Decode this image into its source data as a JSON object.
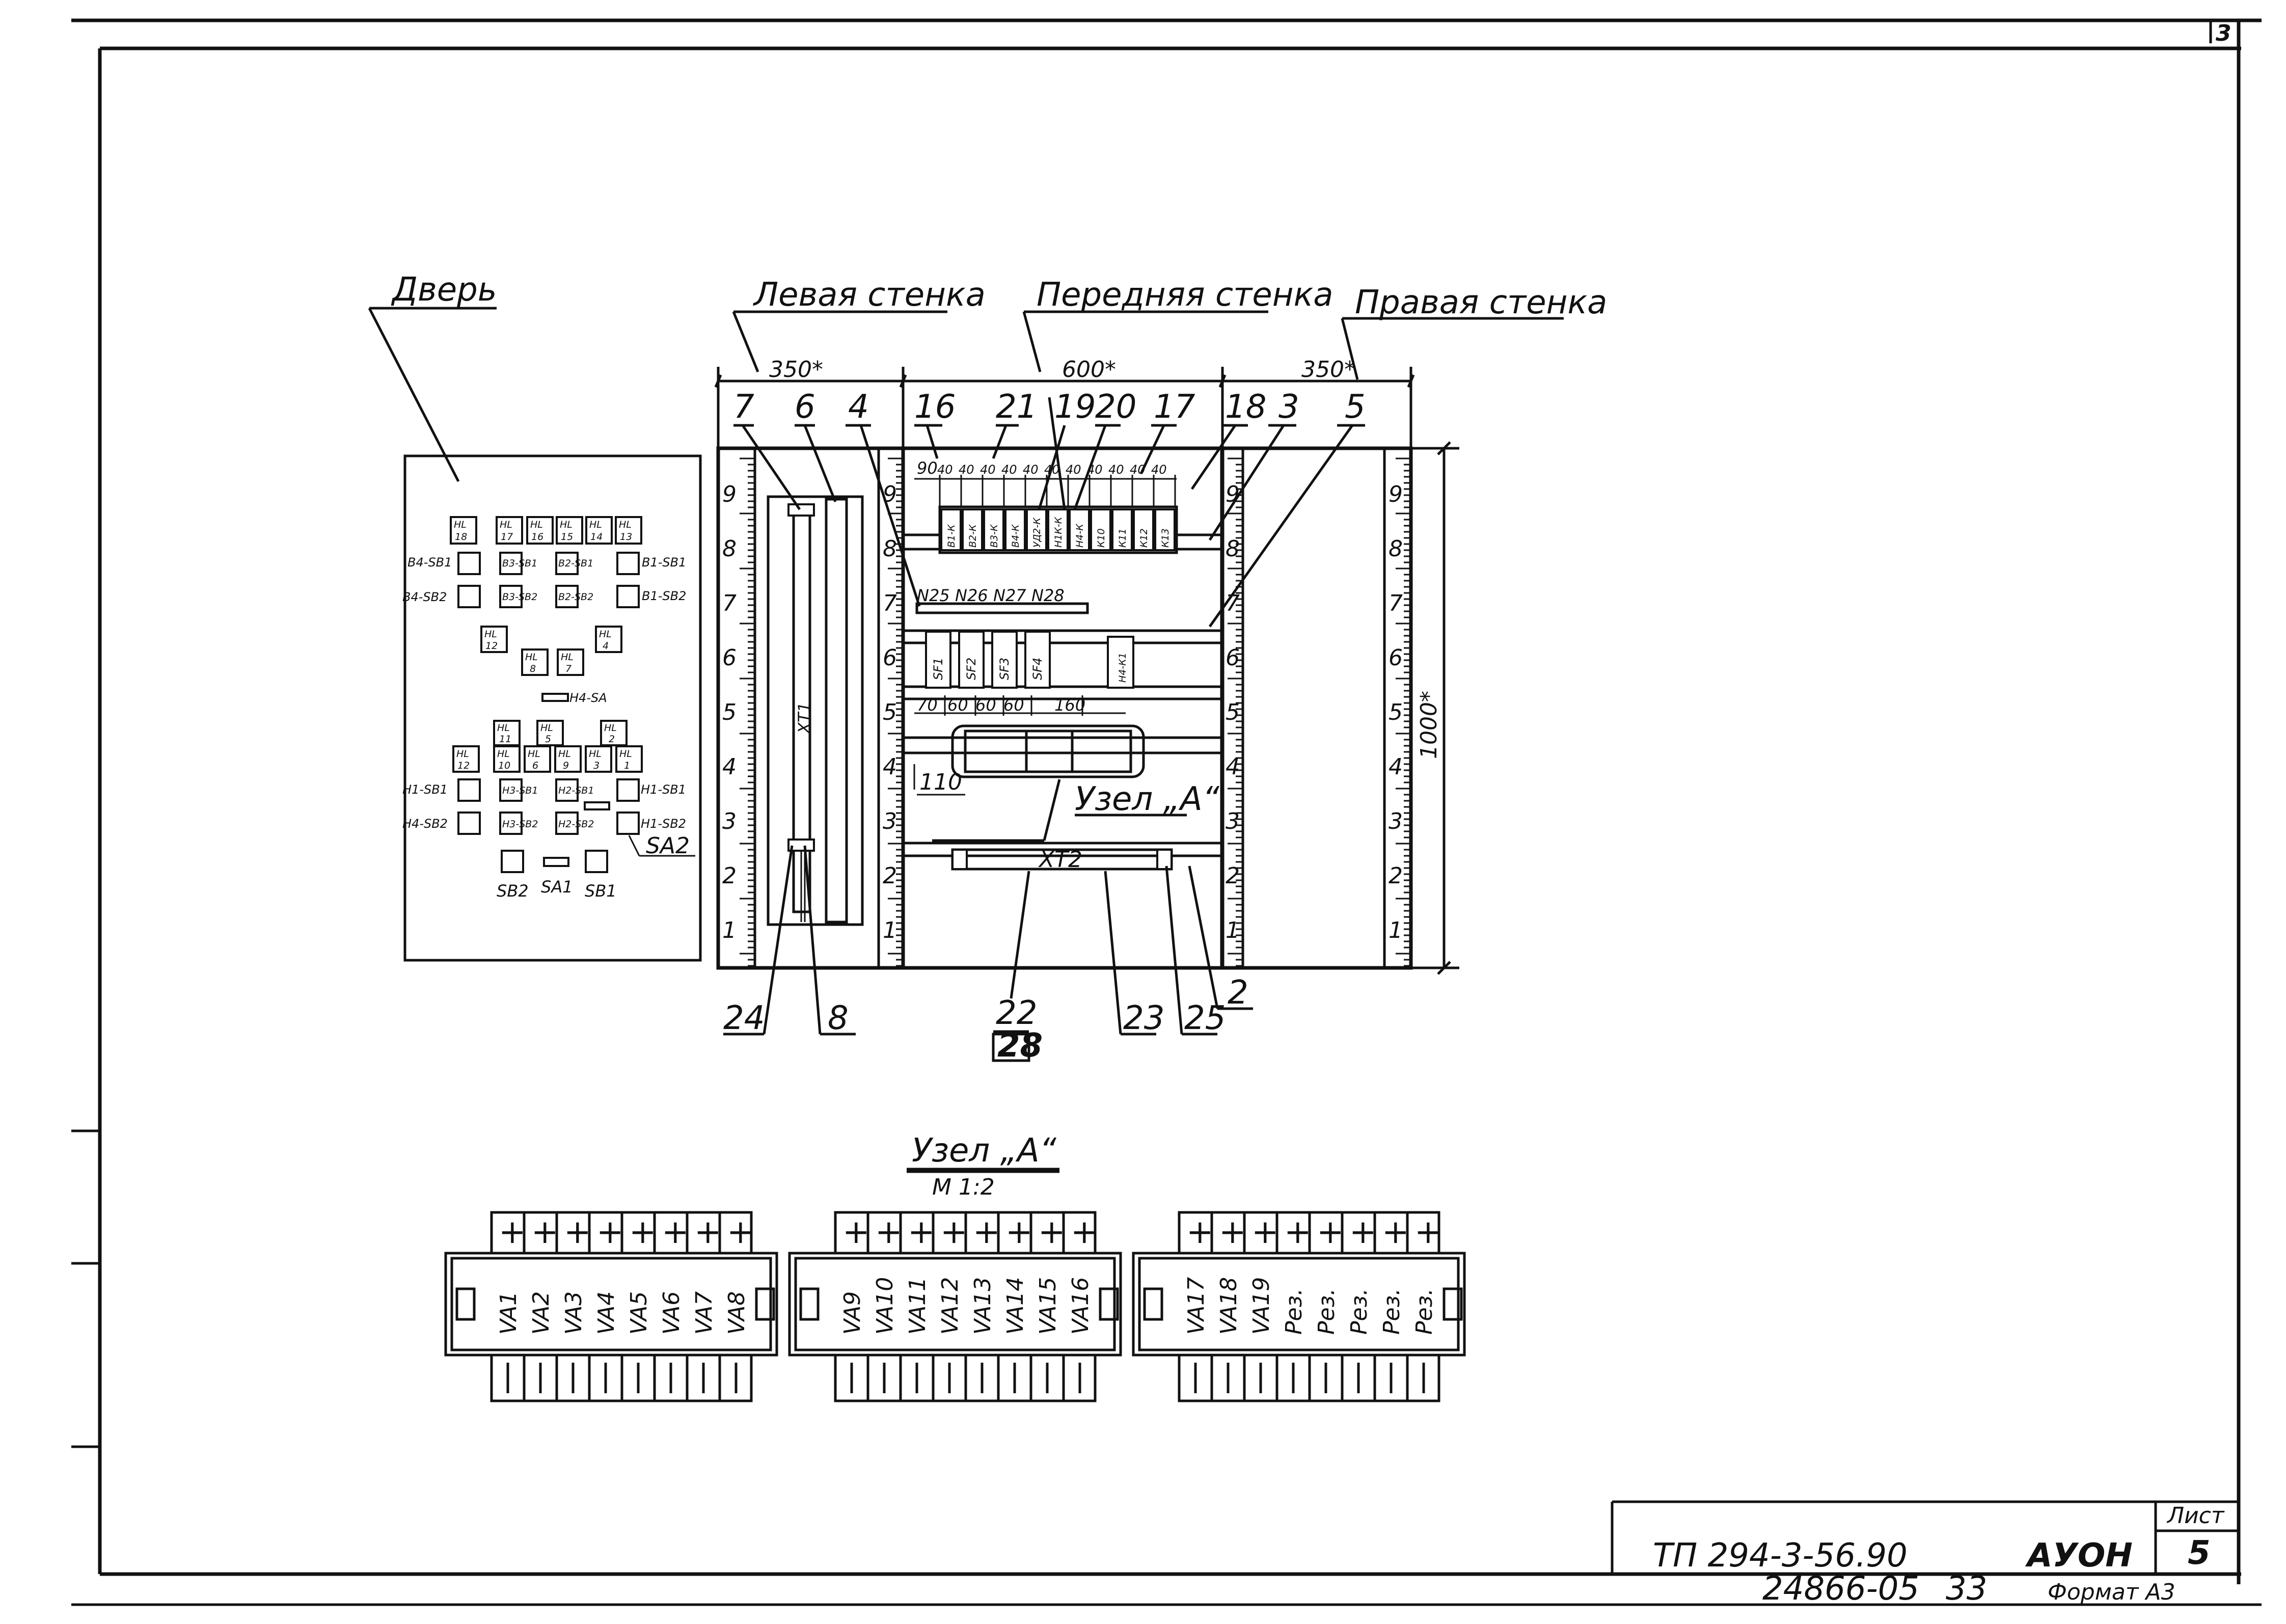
{
  "page_number": "3",
  "labels": {
    "door": "Дверь",
    "left_wall": "Левая стенка",
    "front_wall": "Передняя стенка",
    "right_wall": "Правая стенка",
    "dim_left": "350*",
    "dim_front": "600*",
    "dim_right": "350*",
    "dim_height": "1000*",
    "node_a_ref": "Узел „А“",
    "node_a_title": "Узел „А“",
    "node_a_scale": "М 1:2"
  },
  "callouts_top": [
    "7",
    "6",
    "4",
    "16",
    "21",
    "19",
    "20",
    "17",
    "18",
    "3",
    "5"
  ],
  "callouts_bottom": [
    "24",
    "8",
    "22",
    "28",
    "23",
    "25",
    "2"
  ],
  "scale_numbers": [
    "9",
    "8",
    "7",
    "6",
    "5",
    "4",
    "3",
    "2",
    "1"
  ],
  "front_top_dims": [
    "90",
    "40",
    "40",
    "40",
    "40",
    "40",
    "40",
    "40",
    "40",
    "40",
    "40",
    "40"
  ],
  "relays_top": [
    "В1-К",
    "В2-К",
    "В3-К",
    "В4-К",
    "УД2-К",
    "Н1К-К",
    "Н4-К",
    "К10",
    "К11",
    "К12",
    "К13"
  ],
  "wires": [
    "N25",
    "N26",
    "N27",
    "N28"
  ],
  "breakers": [
    "SF1",
    "SF2",
    "SF3",
    "SF4"
  ],
  "breaker_extra": "Н4-К1",
  "front_mid_dims": [
    "70",
    "60",
    "60",
    "60",
    "160"
  ],
  "dim_110": "110",
  "terminal_xt1": "ХТ1",
  "terminal_xt2": "ХТ2",
  "door_panel": {
    "row1": [
      "HL 18",
      "HL 17",
      "HL 16",
      "HL 15",
      "HL 14",
      "HL 13"
    ],
    "row2_left": "В4-SB1",
    "row2_mid1": "В3-SB1",
    "row2_mid2": "В2-SB1",
    "row2_right": "В1-SB1",
    "row3_left": "В4-SB2",
    "row3_mid1": "В3-SB2",
    "row3_mid2": "В2-SB2",
    "row3_right": "В1-SB2",
    "row4": [
      "HL 12",
      "HL 4"
    ],
    "row5": [
      "HL 8",
      "HL 7"
    ],
    "switch_n": "Н4-SA",
    "row6": [
      "HL 11",
      "HL 5",
      "HL 2"
    ],
    "row7": [
      "HL 12",
      "HL 10",
      "HL 6",
      "HL 9",
      "HL 3",
      "HL 1"
    ],
    "row8_left": "Н1-SB1",
    "row8_mid1": "Н3-SB1",
    "row8_mid2": "Н2-SB1",
    "row8_right": "Н1-SB1",
    "row9_left": "Н4-SB2",
    "row9_mid1": "Н3-SB2",
    "row9_mid2": "Н2-SB2",
    "row9_right": "Н1-SB2",
    "sa2": "SA2",
    "bottom": [
      "SB2",
      "SA1",
      "SB1"
    ]
  },
  "node_a_groups": [
    {
      "labels": [
        "VA1",
        "VA2",
        "VA3",
        "VA4",
        "VA5",
        "VA6",
        "VA7",
        "VA8"
      ]
    },
    {
      "labels": [
        "VA9",
        "VA10",
        "VA11",
        "VA12",
        "VA13",
        "VA14",
        "VA15",
        "VA16"
      ]
    },
    {
      "labels": [
        "VA17",
        "VA18",
        "VA19",
        "Рез.",
        "Рез.",
        "Рез.",
        "Рез.",
        "Рез."
      ]
    }
  ],
  "title_block": {
    "doc_code": "ТП 294-3-56.90",
    "section": "АУОН",
    "sheet_label": "Лист",
    "sheet_number": "5",
    "inventory": "24866-05",
    "copy_no": "33",
    "format": "Формат А3"
  }
}
